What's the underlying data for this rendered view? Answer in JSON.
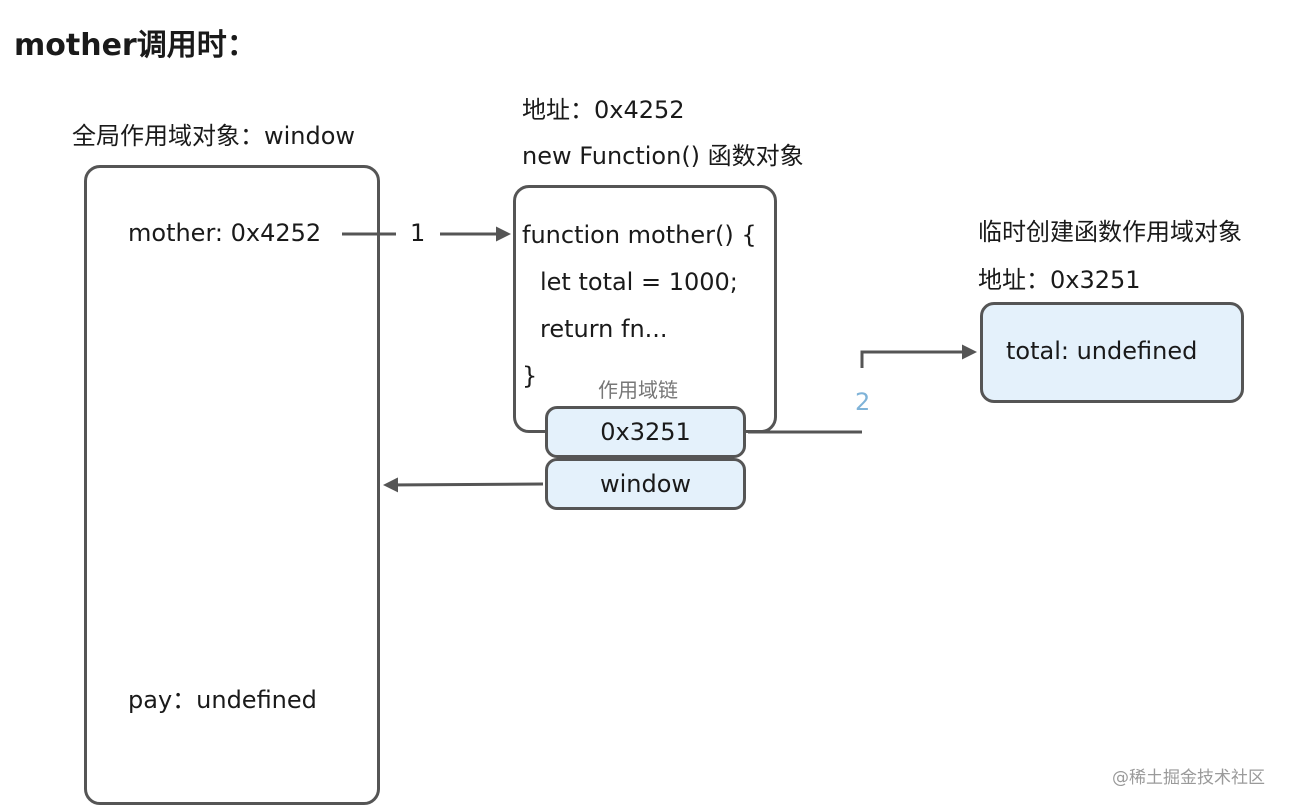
{
  "title": "mother调用时：",
  "global_scope": {
    "heading": "全局作用域对象：window",
    "mother_entry": "mother: 0x4252",
    "pay_entry": "pay：undefined"
  },
  "function_object": {
    "address": "地址：0x4252",
    "type_label": "new Function() 函数对象",
    "code": [
      "function mother() {",
      "let total = 1000;",
      "return fn...",
      "}"
    ]
  },
  "scope_chain": {
    "title": "作用域链",
    "entries": [
      "0x3251",
      "window"
    ]
  },
  "temp_scope": {
    "heading": "临时创建函数作用域对象",
    "address": "地址：0x3251",
    "entry": "total: undefined"
  },
  "arrows": {
    "arrow1_label": "1",
    "arrow2_label": "2"
  },
  "watermark": "@稀土掘金技术社区"
}
